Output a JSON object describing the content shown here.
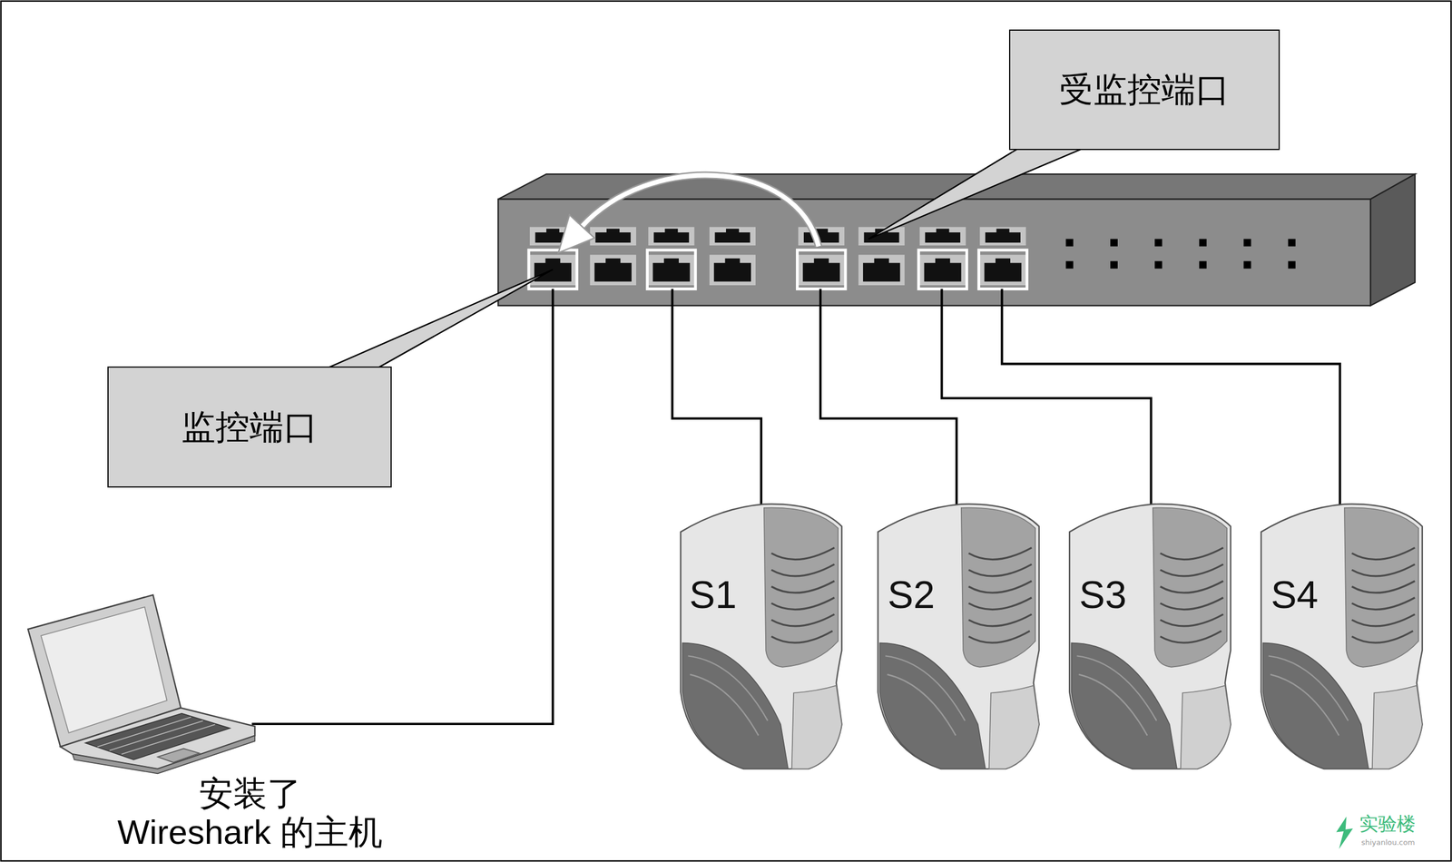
{
  "diagram": {
    "nodes": [
      {
        "text": [
          "受监控端口"
        ]
      },
      {
        "text": [
          "监控端口"
        ]
      },
      {
        "text": [
          "S1"
        ]
      },
      {
        "text": [
          "S2"
        ]
      },
      {
        "text": [
          "S3"
        ]
      },
      {
        "text": [
          "S4"
        ]
      },
      {
        "text": [
          "安装了 Wireshark 的主机"
        ]
      }
    ],
    "labels": [
      "实验楼",
      "shiyanlou.com"
    ]
  }
}
